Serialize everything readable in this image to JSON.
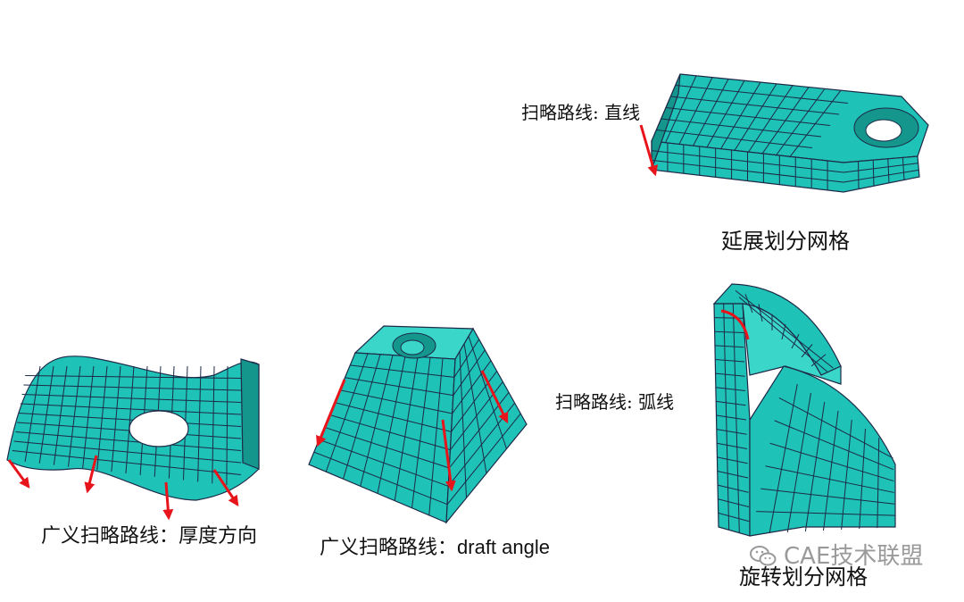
{
  "colors": {
    "mesh_fill": "#1fc2b6",
    "mesh_fill_dark": "#14968c",
    "mesh_fill_light": "#3ad6ca",
    "mesh_line": "#1d2a48",
    "arrow": "#e8141c",
    "watermark": "#9a9a9a"
  },
  "labels": {
    "sweep_straight": "扫略路线: 直线",
    "extrude_mesh": "延展划分网格",
    "sweep_arc": "扫略路线: 弧线",
    "generalized_thickness": "广义扫略路线：厚度方向",
    "generalized_draft_prefix": "广义扫略路线：",
    "generalized_draft_suffix": "draft angle",
    "revolve_mesh": "旋转划分网格"
  },
  "watermark": {
    "text": "CAE技术联盟",
    "icon": "wechat-icon"
  }
}
